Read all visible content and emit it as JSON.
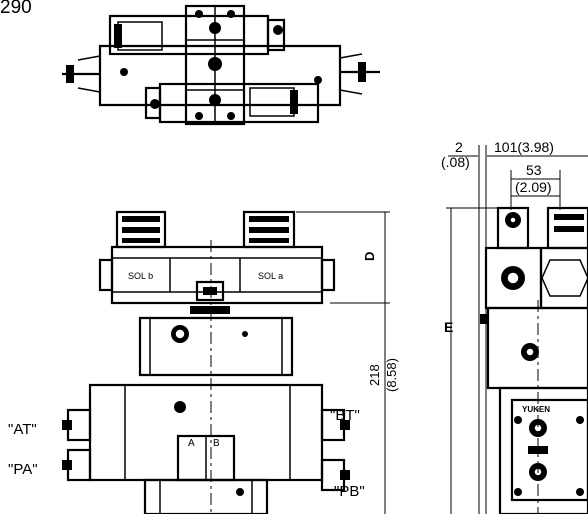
{
  "drawing": {
    "corner_label": "290",
    "front_view": {
      "sol_b": "SOL b",
      "sol_a": "SOL a",
      "port_a": "A",
      "port_b": "B",
      "dim_d": "D",
      "dim_height_mm": "218",
      "dim_height_in": "(8.58)",
      "port_at": "\"AT\"",
      "port_pa": "\"PA\"",
      "port_bt": "\"BT\"",
      "port_pb": "\"PB\""
    },
    "side_view": {
      "dim_offset_mm": "2",
      "dim_offset_in": "(.08)",
      "dim_width": "101(3.98)",
      "dim_inner_mm": "53",
      "dim_inner_in": "(2.09)",
      "dim_e": "E",
      "brand": "YUKEN"
    }
  }
}
